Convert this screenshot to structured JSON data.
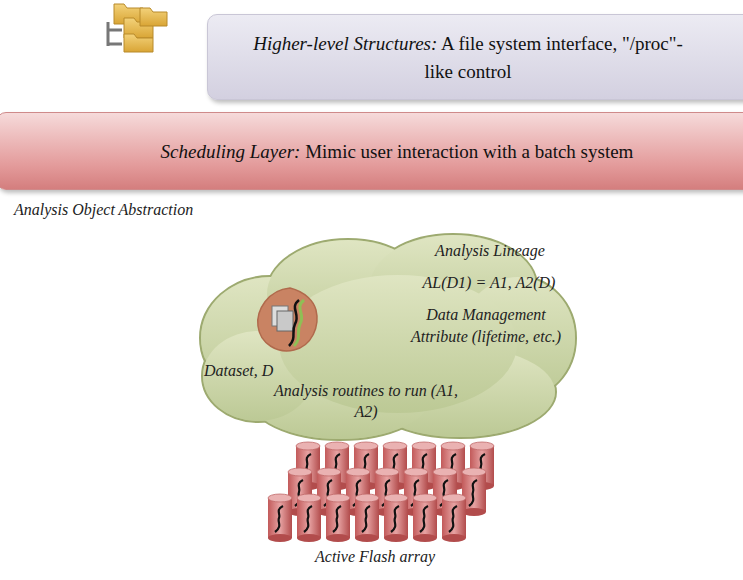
{
  "diagram": {
    "nodes": [
      {
        "text": [
          "Higher-level Structures:",
          "A file system interface, \"/proc\"-like control"
        ]
      },
      {
        "text": [
          "Scheduling Layer:",
          "Mimic user interaction with a batch system"
        ]
      },
      {
        "text": [
          "Analysis Lineage",
          "AL(D1) = A1, A2(D)",
          "Data Management Attribute (lifetime, etc.)"
        ]
      }
    ],
    "labels": [
      "Analysis Object Abstraction",
      "Dataset, D",
      "Analysis routines to run (A1, A2)",
      "Active Flash array"
    ]
  }
}
